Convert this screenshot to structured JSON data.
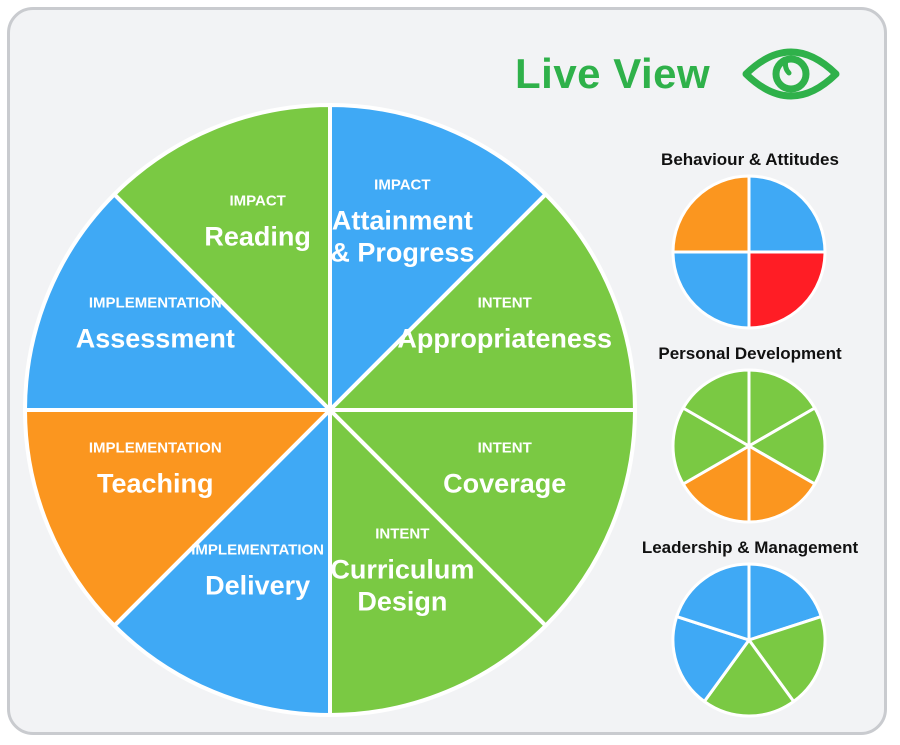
{
  "header": {
    "title": "Live View",
    "icon": "eye-icon",
    "accent": "#2fb14a"
  },
  "colors": {
    "green": "#7ac943",
    "blue": "#3fa9f5",
    "orange": "#fb961f",
    "red": "#ff1d25"
  },
  "main_wheel": {
    "segments": [
      {
        "category": "IMPACT",
        "name": [
          "Attainment",
          "& Progress"
        ],
        "color": "blue"
      },
      {
        "category": "INTENT",
        "name": [
          "Appropriateness"
        ],
        "color": "green"
      },
      {
        "category": "INTENT",
        "name": [
          "Coverage"
        ],
        "color": "green"
      },
      {
        "category": "INTENT",
        "name": [
          "Curriculum",
          "Design"
        ],
        "color": "green"
      },
      {
        "category": "IMPLEMENTATION",
        "name": [
          "Delivery"
        ],
        "color": "blue"
      },
      {
        "category": "IMPLEMENTATION",
        "name": [
          "Teaching"
        ],
        "color": "orange"
      },
      {
        "category": "IMPLEMENTATION",
        "name": [
          "Assessment"
        ],
        "color": "blue"
      },
      {
        "category": "IMPACT",
        "name": [
          "Reading"
        ],
        "color": "green"
      }
    ]
  },
  "mini_charts": [
    {
      "title": "Behaviour & Attitudes",
      "segments": [
        "blue",
        "red",
        "blue",
        "orange"
      ]
    },
    {
      "title": "Personal Development",
      "segments": [
        "green",
        "green",
        "orange",
        "orange",
        "green",
        "green"
      ]
    },
    {
      "title": "Leadership & Management",
      "segments": [
        "blue",
        "green",
        "green",
        "blue",
        "blue"
      ]
    }
  ]
}
